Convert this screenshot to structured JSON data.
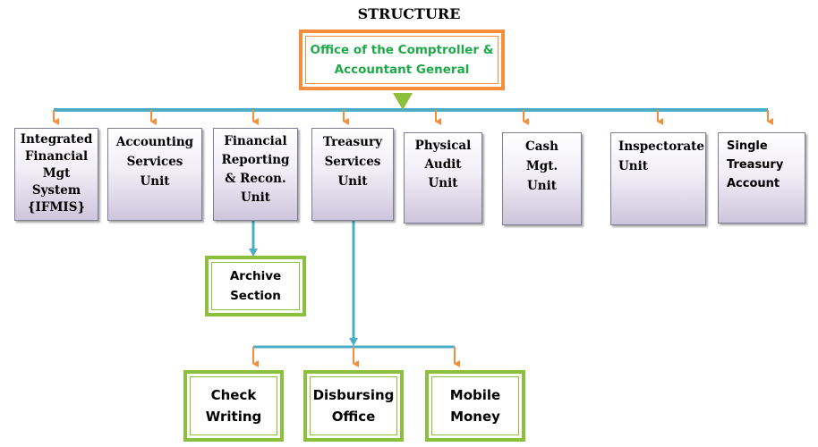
{
  "title": "STRUCTURE",
  "root": {
    "label": "Office of the Comptroller &\nAccountant General"
  },
  "units": [
    {
      "label": "Integrated\nFinancial\nMgt\nSystem\n{IFMIS}"
    },
    {
      "label": "Accounting\nServices\nUnit"
    },
    {
      "label": "Financial\nReporting\n& Recon.\nUnit"
    },
    {
      "label": "Treasury\nServices\nUnit"
    },
    {
      "label": "Physical\nAudit\nUnit"
    },
    {
      "label": "Cash\nMgt.\nUnit"
    },
    {
      "label": "Inspectorate\nUnit"
    },
    {
      "label": "Single\nTreasury\nAccount"
    }
  ],
  "archive": {
    "label": "Archive\nSection"
  },
  "sub_units": [
    {
      "label": "Check\nWriting"
    },
    {
      "label": "Disbursing\nOffice"
    },
    {
      "label": "Mobile\nMoney"
    }
  ],
  "colors": {
    "connector": "#4badc6",
    "arrow": "#f28e3c",
    "root_border": "#f28e3c",
    "root_text": "#1faa4a",
    "green_border": "#8cc03c"
  }
}
